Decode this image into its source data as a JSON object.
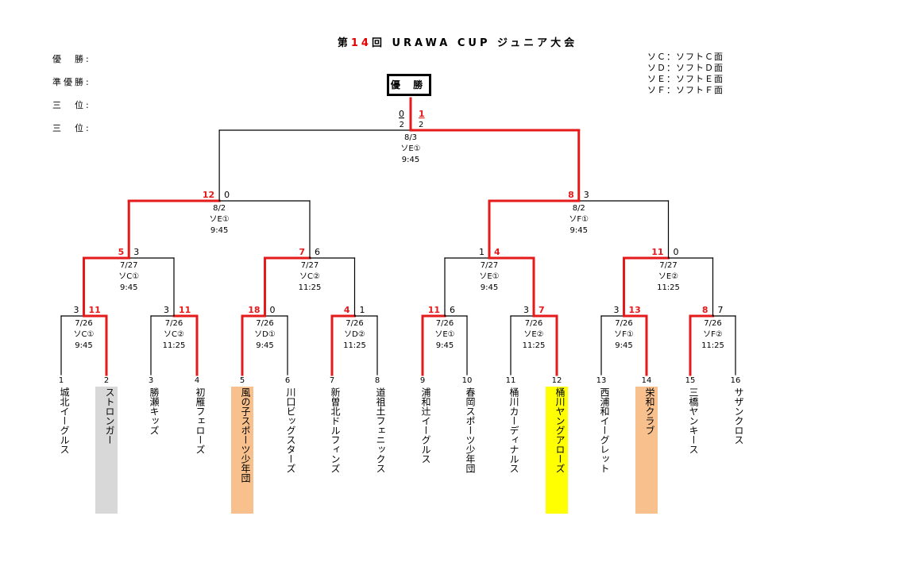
{
  "title": {
    "prefix": "第",
    "number": "14",
    "suffix": "回 URAWA CUP ジュニア大会"
  },
  "results_labels": [
    {
      "label": "優　勝:"
    },
    {
      "label": "準優勝:"
    },
    {
      "label": "三　位:"
    },
    {
      "label": "三　位:"
    }
  ],
  "legend": [
    "ソＣ：ソフトＣ面",
    "ソＤ：ソフトＤ面",
    "ソＥ：ソフトＥ面",
    "ソＦ：ソフトＦ面"
  ],
  "champion_label": "優 勝",
  "colors": {
    "winner_line": "#e51a1a",
    "loser_line": "#000000",
    "highlight_gray": "#d8d8d8",
    "highlight_orange": "#f8c08c",
    "highlight_yellow": "#ffff00"
  },
  "teams": [
    {
      "num": "1",
      "name": "城北イーグルス"
    },
    {
      "num": "2",
      "name": "ストロンガー",
      "highlight": "gray"
    },
    {
      "num": "3",
      "name": "勝瀬キッズ"
    },
    {
      "num": "4",
      "name": "初雁フェローズ"
    },
    {
      "num": "5",
      "name": "風の子スポーツ少年団",
      "highlight": "orange"
    },
    {
      "num": "6",
      "name": "川口ビッグスターズ"
    },
    {
      "num": "7",
      "name": "新曽北ドルフィンズ"
    },
    {
      "num": "8",
      "name": "道祖土フェニックス"
    },
    {
      "num": "9",
      "name": "浦和辻イーグルス"
    },
    {
      "num": "10",
      "name": "春岡スポーツ少年団"
    },
    {
      "num": "11",
      "name": "桶川カーディナルス"
    },
    {
      "num": "12",
      "name": "桶川ヤングアローズ",
      "highlight": "yellow"
    },
    {
      "num": "13",
      "name": "西浦和イーグレット"
    },
    {
      "num": "14",
      "name": "栄和クラブ",
      "highlight": "orange"
    },
    {
      "num": "15",
      "name": "三橋ヤンキース"
    },
    {
      "num": "16",
      "name": "サザンクロス"
    }
  ],
  "matches": {
    "r1": [
      {
        "left": "3",
        "right": "11",
        "winner": "right",
        "date": "7/26",
        "court": "ソC①",
        "time": "9:45"
      },
      {
        "left": "3",
        "right": "11",
        "winner": "right",
        "date": "7/26",
        "court": "ソC②",
        "time": "11:25"
      },
      {
        "left": "18",
        "right": "0",
        "winner": "left",
        "date": "7/26",
        "court": "ソD①",
        "time": "9:45"
      },
      {
        "left": "4",
        "right": "1",
        "winner": "left",
        "date": "7/26",
        "court": "ソD②",
        "time": "11:25"
      },
      {
        "left": "11",
        "right": "6",
        "winner": "left",
        "date": "7/26",
        "court": "ソE①",
        "time": "9:45"
      },
      {
        "left": "3",
        "right": "7",
        "winner": "right",
        "date": "7/26",
        "court": "ソE②",
        "time": "11:25"
      },
      {
        "left": "3",
        "right": "13",
        "winner": "right",
        "date": "7/26",
        "court": "ソF①",
        "time": "9:45"
      },
      {
        "left": "8",
        "right": "7",
        "winner": "left",
        "date": "7/26",
        "court": "ソF②",
        "time": "11:25"
      }
    ],
    "qf": [
      {
        "left": "5",
        "right": "3",
        "winner": "left",
        "date": "7/27",
        "court": "ソC①",
        "time": "9:45"
      },
      {
        "left": "7",
        "right": "6",
        "winner": "left",
        "date": "7/27",
        "court": "ソC②",
        "time": "11:25"
      },
      {
        "left": "1",
        "right": "4",
        "winner": "right",
        "date": "7/27",
        "court": "ソE①",
        "time": "9:45"
      },
      {
        "left": "11",
        "right": "0",
        "winner": "left",
        "date": "7/27",
        "court": "ソE②",
        "time": "11:25"
      }
    ],
    "sf": [
      {
        "left": "12",
        "right": "0",
        "winner": "left",
        "date": "8/2",
        "court": "ソE①",
        "time": "9:45"
      },
      {
        "left": "8",
        "right": "3",
        "winner": "left",
        "date": "8/2",
        "court": "ソF①",
        "time": "9:45"
      }
    ],
    "final": {
      "left": "0",
      "left_pk": "2",
      "right": "1",
      "right_pk": "2",
      "winner": "right",
      "date": "8/3",
      "court": "ソE①",
      "time": "9:45"
    }
  }
}
